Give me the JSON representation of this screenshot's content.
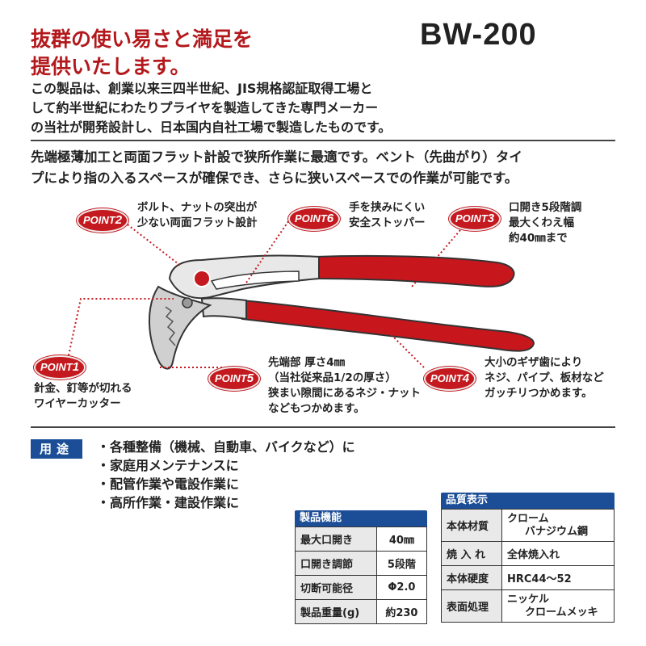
{
  "header": {
    "headline_line1": "抜群の使い易さと満足を",
    "headline_line2": "提供いたします。",
    "model": "BW-200"
  },
  "intro": {
    "line1": "この製品は、創業以来三四半世紀、JIS規格認証取得工場と",
    "line2": "して約半世紀にわたりプライヤを製造してきた専門メーカー",
    "line3": "の当社が開発設計し、日本国内自社工場で製造したものです。"
  },
  "summary": {
    "line1": "先端極薄加工と両面フラット計設で狭所作業に最適です。ベント（先曲がり）タイ",
    "line2": "プにより指の入るスペースが確保でき、さらに狭いスペースでの作業が可能です。"
  },
  "points": [
    {
      "badge_word": "POINT",
      "number": "2",
      "lines": [
        "ボルト、ナットの突出が",
        "少ない両面フラット設計"
      ]
    },
    {
      "badge_word": "POINT",
      "number": "6",
      "lines": [
        "手を挟みにくい",
        "安全ストッパー"
      ]
    },
    {
      "badge_word": "POINT",
      "number": "3",
      "lines": [
        "口開き5段階調",
        "最大くわえ幅",
        "約40㎜まで"
      ]
    },
    {
      "badge_word": "POINT",
      "number": "1",
      "lines": [
        "針金、釘等が切れる",
        "ワイヤーカッター"
      ]
    },
    {
      "badge_word": "POINT",
      "number": "5",
      "lines": [
        "先端部 厚さ4㎜",
        "（当社従来品1/2の厚さ）",
        "狭まい隙間にあるネジ・ナット",
        "などもつかめます。"
      ]
    },
    {
      "badge_word": "POINT",
      "number": "4",
      "lines": [
        "大小のギザ歯により",
        "ネジ、パイプ、板材など",
        "ガッチリつかめます。"
      ]
    }
  ],
  "usage": {
    "label": "用途",
    "items": [
      "・各種整備（機械、自動車、バイクなど）に",
      "・家庭用メンテナンスに",
      "・配管作業や電設作業に",
      "・高所作業・建設作業に"
    ]
  },
  "function_table": {
    "title": "製品機能",
    "rows": [
      {
        "key": "最大口開き",
        "value": "40㎜"
      },
      {
        "key": "口開き調節",
        "value": "5段階"
      },
      {
        "key": "切断可能径",
        "value": "Φ2.0"
      },
      {
        "key": "製品重量(g)",
        "value": "約230"
      }
    ]
  },
  "quality_table": {
    "title": "品質表示",
    "rows": [
      {
        "key": "本体材質",
        "value_line1": "クローム",
        "value_line2": "バナジウム鋼"
      },
      {
        "key": "焼 入 れ",
        "value_line1": "全体焼入れ",
        "value_line2": ""
      },
      {
        "key": "本体硬度",
        "value_line1": "HRC44〜52",
        "value_line2": ""
      },
      {
        "key": "表面処理",
        "value_line1": "ニッケル",
        "value_line2": "クロームメッキ"
      }
    ]
  },
  "colors": {
    "accent_red": "#c41a1f",
    "headline_red": "#b3191c",
    "table_blue": "#1c4e98",
    "handle_red": "#c8161d"
  }
}
